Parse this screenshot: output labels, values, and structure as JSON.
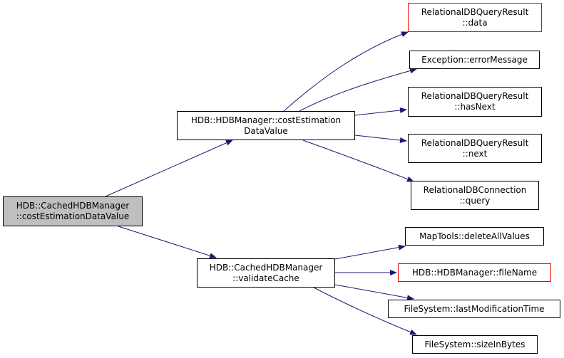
{
  "colors": {
    "edge": "#191970",
    "border": "#000000",
    "undocumented_border": "#ff0000",
    "root_fill": "#bfbfbf"
  },
  "nodes": {
    "root": {
      "line1": "HDB::CachedHDBManager",
      "line2": "::costEstimationDataValue"
    },
    "costEstimation": {
      "line1": "HDB::HDBManager::costEstimation",
      "line2": "DataValue"
    },
    "validateCache": {
      "line1": "HDB::CachedHDBManager",
      "line2": "::validateCache"
    },
    "rdbData": {
      "line1": "RelationalDBQueryResult",
      "line2": "::data"
    },
    "errorMessage": {
      "line1": "Exception::errorMessage"
    },
    "hasNext": {
      "line1": "RelationalDBQueryResult",
      "line2": "::hasNext"
    },
    "next": {
      "line1": "RelationalDBQueryResult",
      "line2": "::next"
    },
    "query": {
      "line1": "RelationalDBConnection",
      "line2": "::query"
    },
    "deleteAllValues": {
      "line1": "MapTools::deleteAllValues"
    },
    "fileName": {
      "line1": "HDB::HDBManager::fileName"
    },
    "lastModificationTime": {
      "line1": "FileSystem::lastModificationTime"
    },
    "sizeInBytes": {
      "line1": "FileSystem::sizeInBytes"
    }
  }
}
